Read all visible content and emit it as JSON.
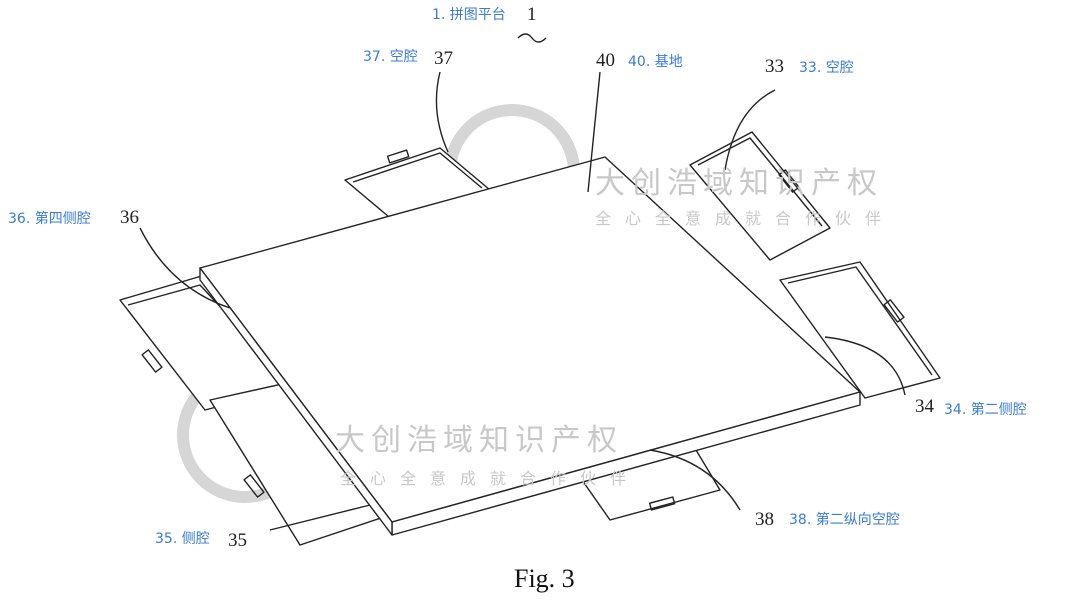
{
  "labels": {
    "l1": "1. 拼图平台",
    "l37": "37. 空腔",
    "l40": "40. 基地",
    "l33": "33. 空腔",
    "l36": "36. 第四侧腔",
    "l34": "34. 第二侧腔",
    "l35": "35. 侧腔",
    "l38": "38. 第二纵向空腔"
  },
  "numbers": {
    "n1": "1",
    "n37": "37",
    "n40": "40",
    "n33": "33",
    "n36": "36",
    "n34": "34",
    "n35": "35",
    "n38": "38"
  },
  "caption": "Fig. 3",
  "watermark": {
    "name": "大创浩域知识产权",
    "slogan": "全心全意成就合作伙伴"
  },
  "colors": {
    "label": "#3a7bd5",
    "line": "#222222",
    "watermark": "#c8c8c8"
  }
}
